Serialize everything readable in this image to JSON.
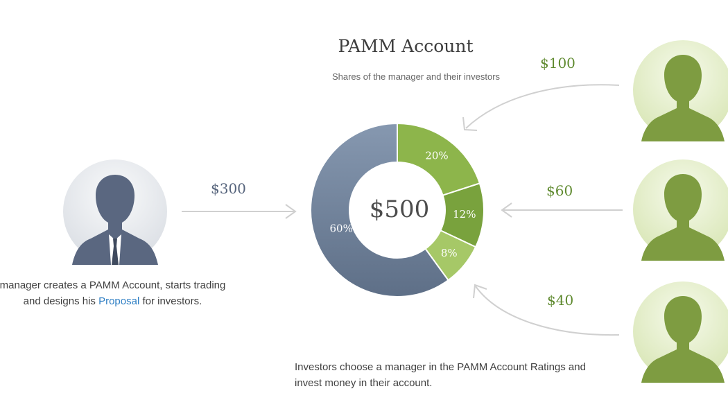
{
  "title": "PAMM Account",
  "subtitle": "Shares of the manager and their investors",
  "center_total": "$500",
  "manager": {
    "amount": "$300",
    "caption_before": "manager creates a PAMM Account, starts trading and designs his ",
    "caption_link": "Proposal",
    "caption_after": " for investors."
  },
  "investors": [
    {
      "amount": "$100"
    },
    {
      "amount": "$60"
    },
    {
      "amount": "$40"
    }
  ],
  "investor_caption": "Investors choose a manager in the PAMM Account Ratings and invest money in their account.",
  "chart_data": {
    "type": "pie",
    "categories": [
      "Investor $100",
      "Investor $60",
      "Investor $40",
      "Manager $300"
    ],
    "values": [
      20,
      12,
      8,
      60
    ],
    "labels": [
      "20%",
      "12%",
      "8%",
      "60%"
    ],
    "center_label": "$500",
    "colors": [
      "#8db54b",
      "#79a23d",
      "#a6c867",
      "#6f8198"
    ]
  },
  "colors": {
    "manager_avatar_bg": "#eceef1",
    "manager_silhouette": "#5a6780",
    "investor_avatar_bg": "#e6efd0",
    "investor_silhouette": "#7e9c41",
    "arrow": "#cfcfcf",
    "link": "#2f7fc4"
  }
}
